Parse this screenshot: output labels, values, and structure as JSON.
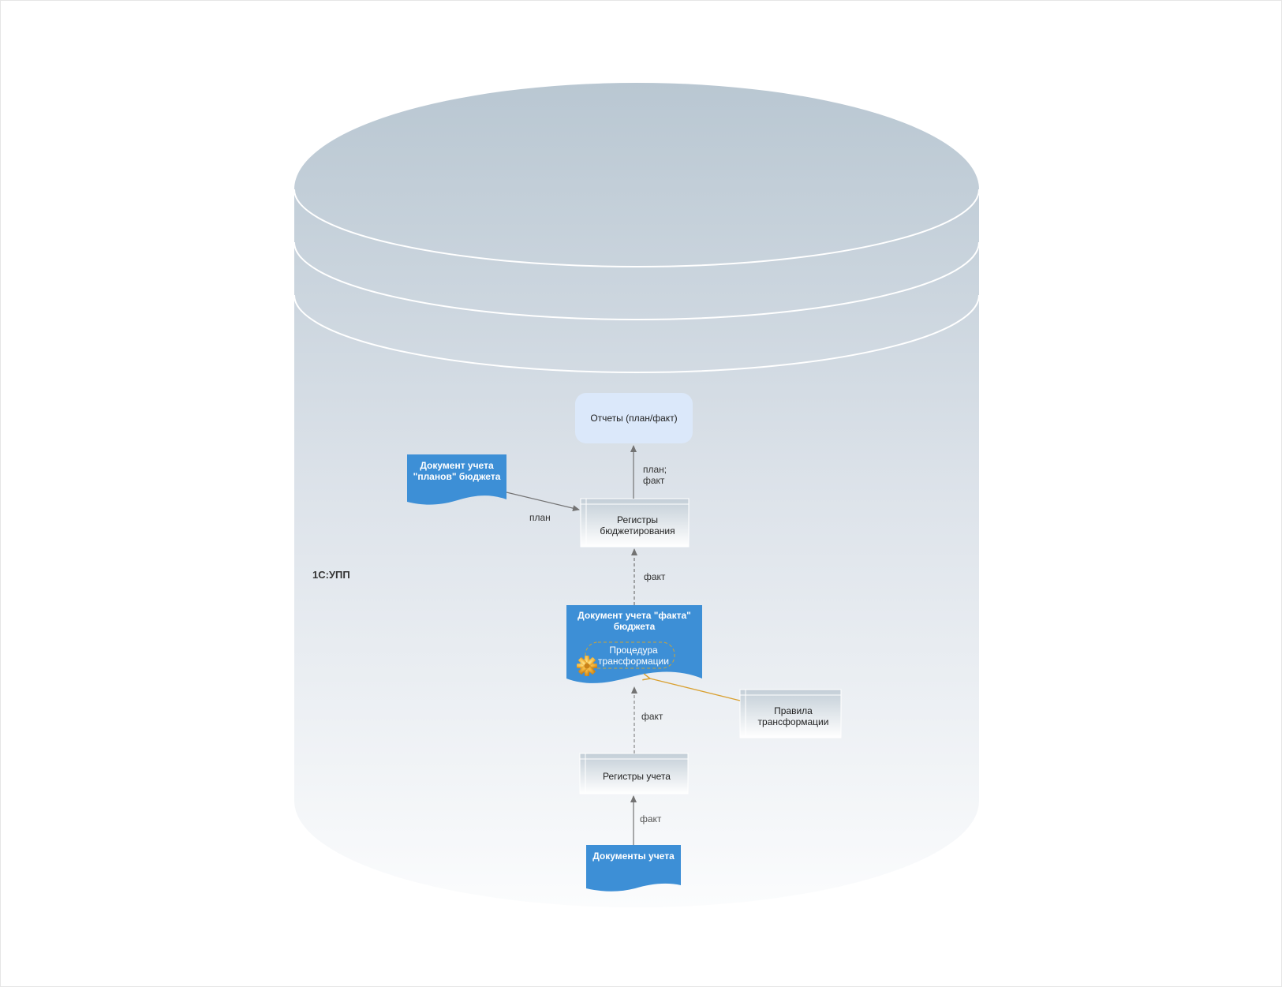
{
  "diagram": {
    "system_label": "1С:УПП",
    "nodes": {
      "reports": {
        "label": "Отчеты (план/факт)",
        "type": "rounded-rect"
      },
      "plan_doc": {
        "label_line1": "Документ учета",
        "label_line2": "\"планов\" бюджета",
        "type": "document"
      },
      "budget_registers": {
        "label_line1": "Регистры",
        "label_line2": "бюджетирования",
        "type": "register"
      },
      "fact_doc": {
        "label_line1": "Документ учета \"факта\"",
        "label_line2": "бюджета",
        "type": "document"
      },
      "transform_proc": {
        "label_line1": "Процедура",
        "label_line2": "трансформации",
        "type": "procedure"
      },
      "transform_rules": {
        "label_line1": "Правила",
        "label_line2": "трансформации",
        "type": "register"
      },
      "accounting_registers": {
        "label": "Регистры учета",
        "type": "register"
      },
      "accounting_docs": {
        "label": "Документы учета",
        "type": "document"
      }
    },
    "edges": [
      {
        "from": "budget_registers",
        "to": "reports",
        "label_line1": "план;",
        "label_line2": "факт",
        "style": "solid"
      },
      {
        "from": "plan_doc",
        "to": "budget_registers",
        "label": "план",
        "style": "solid"
      },
      {
        "from": "fact_doc",
        "to": "budget_registers",
        "label": "факт",
        "style": "dashed"
      },
      {
        "from": "accounting_registers",
        "to": "fact_doc",
        "label": "факт",
        "style": "dashed"
      },
      {
        "from": "transform_rules",
        "to": "transform_proc",
        "label": "",
        "style": "solid-orange"
      },
      {
        "from": "accounting_docs",
        "to": "accounting_registers",
        "label": "факт",
        "style": "solid"
      }
    ],
    "colors": {
      "document_fill": "#3d8fd6",
      "reports_fill": "#dbe8fa",
      "arrow": "#737373",
      "rules_arrow": "#d9a030",
      "cylinder_top": "#b9c7d2",
      "cylinder_bottom": "#fafbfc"
    }
  }
}
